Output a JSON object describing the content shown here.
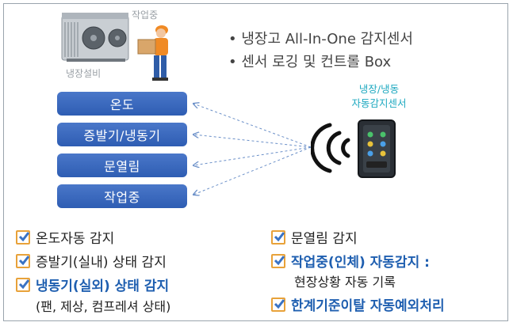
{
  "top": {
    "worker_caption": "작업중",
    "equipment_caption": "냉장설비"
  },
  "bullets": [
    "• 냉장고 All-In-One 감지센서",
    "• 센서 로깅 및 컨트롤 Box"
  ],
  "sensor": {
    "caption_line1": "냉장/냉동",
    "caption_line2": "자동감지센서"
  },
  "pills": [
    "온도",
    "증발기/냉동기",
    "문열림",
    "작업중"
  ],
  "checklist_left": [
    {
      "text": "온도자동 감지",
      "bold": false
    },
    {
      "text": "증발기(실내) 상태 감지",
      "bold": false
    },
    {
      "text": "냉동기(실외) 상태 감지",
      "bold": true,
      "sub": "(팬, 제상, 컴프레셔 상태)"
    }
  ],
  "checklist_right": [
    {
      "text": "문열림 감지",
      "bold": false
    },
    {
      "text": "작업중(인체) 자동감지 :",
      "bold": true,
      "sub": "현장상황 자동 기록"
    },
    {
      "text": "한계기준이탈 자동예외처리",
      "bold": true
    }
  ],
  "colors": {
    "pill": "#3566bd",
    "bold_text": "#1f5fb0",
    "check_box": "#e8a23a",
    "check_mark": "#3a73c4",
    "sensor_caption": "#1ea9c0"
  }
}
